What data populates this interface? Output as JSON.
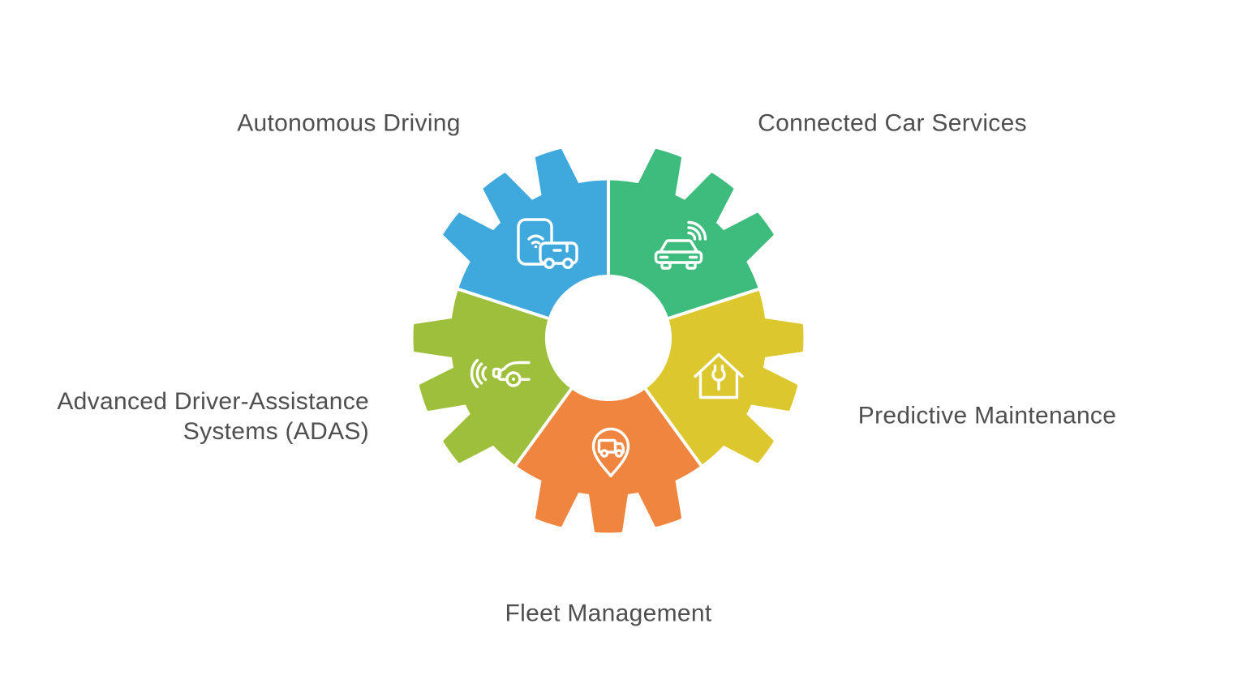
{
  "background_color": "#ffffff",
  "text_color": "#4f4f4f",
  "diagram": {
    "type": "gear-cycle",
    "divider_color": "#ffffff",
    "icon_stroke_color": "#ffffff",
    "segments": [
      {
        "id": "connected-car-services",
        "label": "Connected Car Services",
        "color": "#3ebc7d",
        "icon": "car-wifi-icon",
        "position": "top-right"
      },
      {
        "id": "autonomous-driving",
        "label": "Autonomous Driving",
        "color": "#3fa8dc",
        "icon": "phone-vehicle-icon",
        "position": "top-left"
      },
      {
        "id": "adas",
        "label": "Advanced Driver-Assistance Systems (ADAS)",
        "label_lines": [
          "Advanced Driver-Assistance",
          "Systems (ADAS)"
        ],
        "color": "#9dbf3b",
        "icon": "car-sensor-icon",
        "position": "left"
      },
      {
        "id": "fleet-management",
        "label": "Fleet Management",
        "color": "#f0853f",
        "icon": "truck-location-pin-icon",
        "position": "bottom"
      },
      {
        "id": "predictive-maintenance",
        "label": "Predictive Maintenance",
        "color": "#ddc72e",
        "icon": "house-wrench-icon",
        "position": "right"
      }
    ]
  }
}
